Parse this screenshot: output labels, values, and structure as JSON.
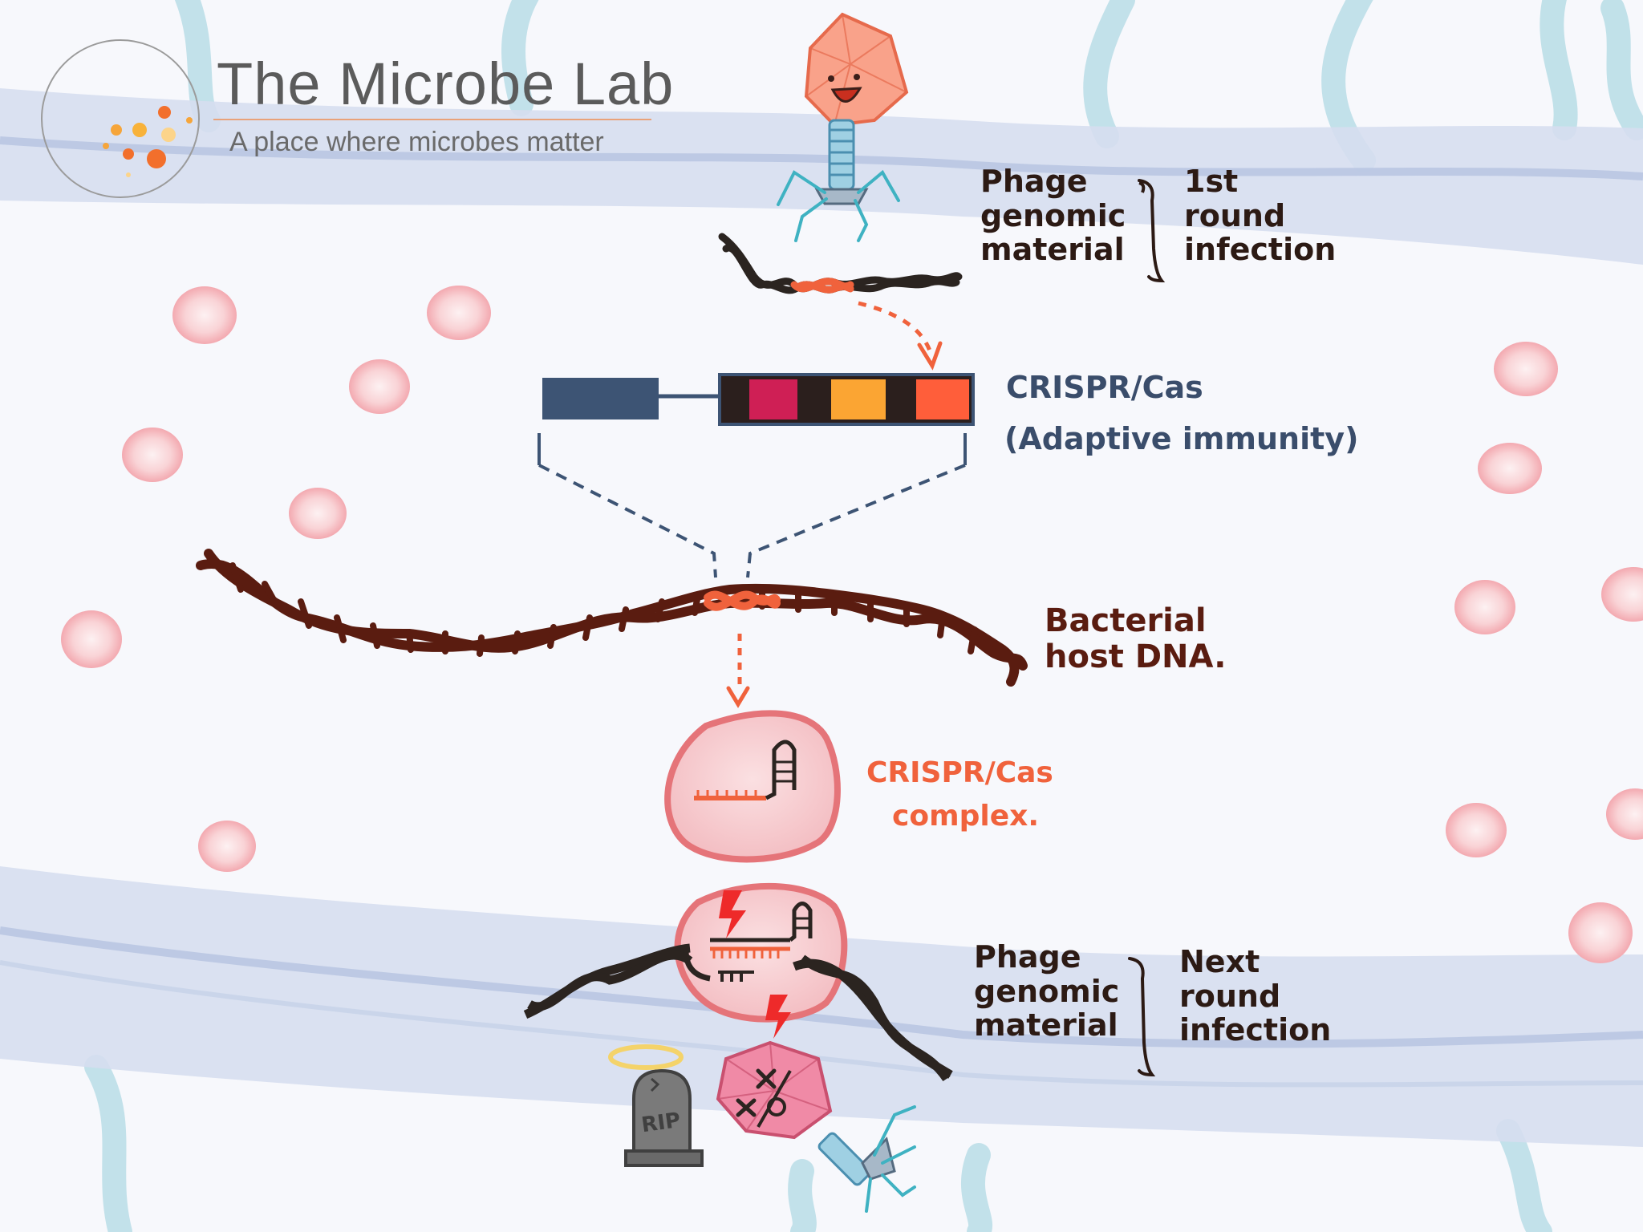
{
  "brand": {
    "title": "The Microbe Lab",
    "subtitle": "A place where microbes matter"
  },
  "labels": {
    "phage_material_1": [
      "Phage",
      "genomic",
      "material"
    ],
    "first_round": [
      "1st",
      "round",
      "infection"
    ],
    "crispr_cas_line1": "CRISPR/Cas",
    "crispr_cas_line2": "(Adaptive immunity)",
    "bacterial_dna": [
      "Bacterial",
      "host DNA."
    ],
    "complex_line1": "CRISPR/Cas",
    "complex_line2": "complex.",
    "phage_material_2": [
      "Phage",
      "genomic",
      "material"
    ],
    "next_round": [
      "Next",
      "round",
      "infection"
    ],
    "rip": "RIP"
  },
  "colors": {
    "background": "#f7f8fc",
    "membrane": "#d6def0",
    "membrane_line": "#b9c7e2",
    "flagella": "#b8dde6",
    "ribosome": "#f6c5c8",
    "dna_brown": "#5a1c10",
    "dna_black": "#2b2420",
    "highlight_orange": "#f0623c",
    "cas_block": "#3d5474",
    "spacer_crimson": "#cf1f55",
    "spacer_amber": "#fba533",
    "spacer_orange": "#ff5e3a",
    "repeat_black": "#2b1f1d",
    "complex_fill": "#f6cdd0",
    "complex_border": "#e57479",
    "phage_head": "#f9a28a",
    "dead_phage_head": "#f08aa6",
    "phage_tail": "#6fb3d1",
    "lightning": "#ee2a2a",
    "halo": "#f4d36a",
    "tombstone": "#707070"
  },
  "icons": [
    "phage-icon",
    "dead-phage-icon",
    "tombstone-icon",
    "halo-icon",
    "lightning-icon",
    "logo-icon"
  ]
}
